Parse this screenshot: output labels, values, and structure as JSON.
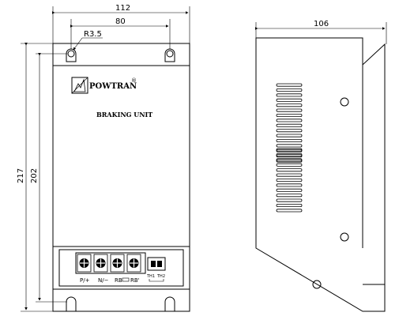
{
  "dimensions": {
    "overall_width": "112",
    "hole_spacing": "80",
    "hole_radius": "R3.5",
    "overall_height": "217",
    "hole_height": "202",
    "side_depth": "106"
  },
  "label": {
    "brand": "POWTRAN",
    "registered": "®",
    "title": "BRAKING UNIT"
  },
  "terminals": {
    "main": [
      "P/+",
      "N/−",
      "RB",
      "RB'"
    ],
    "aux": [
      "TH1",
      "TH2"
    ]
  }
}
